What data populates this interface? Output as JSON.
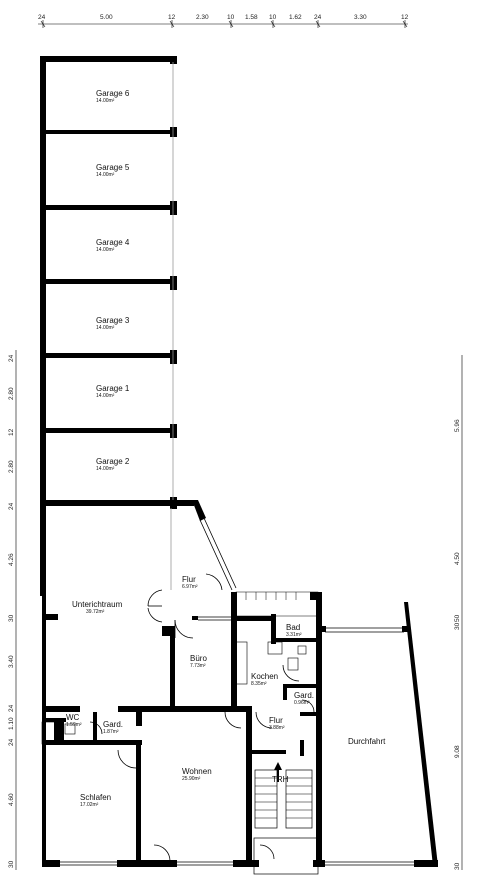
{
  "rooms": {
    "garage6": {
      "name": "Garage 6",
      "area": "14.00m²"
    },
    "garage5": {
      "name": "Garage 5",
      "area": "14.00m²"
    },
    "garage4": {
      "name": "Garage 4",
      "area": "14.00m²"
    },
    "garage3": {
      "name": "Garage 3",
      "area": "14.00m²"
    },
    "garage1": {
      "name": "Garage 1",
      "area": "14.00m²"
    },
    "garage2": {
      "name": "Garage 2",
      "area": "14.00m²"
    },
    "unterricht": {
      "name": "Unterichtraum",
      "area": "39.72m²"
    },
    "flur1": {
      "name": "Flur",
      "area": "6.97m²"
    },
    "buero": {
      "name": "Büro",
      "area": "7.73m²"
    },
    "kochen": {
      "name": "Kochen",
      "area": "8.35m²"
    },
    "bad": {
      "name": "Bad",
      "area": "3.31m²"
    },
    "gard1": {
      "name": "Gard.",
      "area": "0.96m²"
    },
    "wc": {
      "name": "WC",
      "area": "1.59m²"
    },
    "gard2": {
      "name": "Gard.",
      "area": "1.87m²"
    },
    "flur2": {
      "name": "Flur",
      "area": "3.88m²"
    },
    "wohnen": {
      "name": "Wohnen",
      "area": "25.90m²"
    },
    "schlafen": {
      "name": "Schlafen",
      "area": "17.02m²"
    },
    "trh": {
      "name": "TRH",
      "area": ""
    },
    "durchfahrt": {
      "name": "Durchfahrt",
      "area": ""
    }
  },
  "dims_top": [
    "24",
    "5.00",
    "12",
    "2.30",
    "10",
    "1.58",
    "10",
    "1.62",
    "24",
    "3.30",
    "12"
  ],
  "dims_left": [
    "24",
    "2.80",
    "12",
    "2.80",
    "24",
    "4.26",
    "30",
    "3.40",
    "24",
    "1.10",
    "24",
    "4.60",
    "30"
  ],
  "dims_right": [
    "5.96",
    "4.50",
    "30",
    "50",
    "9.08",
    "30"
  ]
}
